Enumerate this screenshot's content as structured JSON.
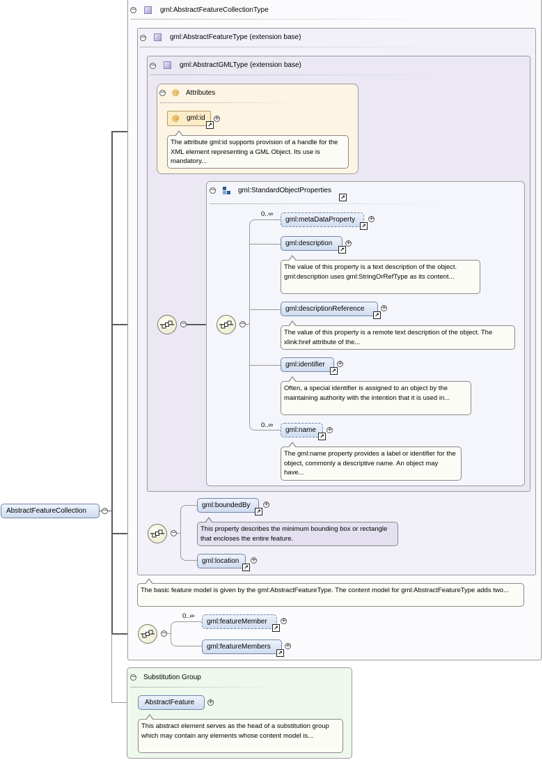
{
  "root": {
    "label": "AbstractFeatureCollection"
  },
  "outer_type": {
    "title": "gml:AbstractFeatureCollectionType"
  },
  "feature_type": {
    "title": "gml:AbstractFeatureType (extension base)"
  },
  "gml_type": {
    "title": "gml:AbstractGMLType (extension base)"
  },
  "attributes": {
    "title": "Attributes",
    "id_label": "gml:id",
    "id_doc": "The attribute gml:id supports provision of a handle for the XML element representing a GML Object. Its use is mandatory..."
  },
  "group": {
    "title": "gml:StandardObjectProperties",
    "items": [
      {
        "label": "gml:metaDataProperty",
        "multiplicity": "0..∞",
        "doc": ""
      },
      {
        "label": "gml:description",
        "multiplicity": "",
        "doc": "The value of this property is a text description of the object. gml:description uses gml:StringOrRefType as its content..."
      },
      {
        "label": "gml:descriptionReference",
        "multiplicity": "",
        "doc": "The value of this property is a remote text description of the object. The xlink:href attribute of the..."
      },
      {
        "label": "gml:identifier",
        "multiplicity": "",
        "doc": "Often, a special identifier is assigned to an object by the maintaining authority with the intention that it is used in..."
      },
      {
        "label": "gml:name",
        "multiplicity": "0..∞",
        "doc": "The gml:name property provides a label or identifier for the object, commonly a descriptive name. An object may have..."
      }
    ]
  },
  "feature_props": {
    "bounded_by": {
      "label": "gml:boundedBy",
      "doc": "This property describes the minimum bounding box or rectangle that encloses the entire feature."
    },
    "location": {
      "label": "gml:location"
    }
  },
  "feature_type_doc": "The basic feature model is given by the gml:AbstractFeatureType. The content model for gml:AbstractFeatureType adds two...",
  "members": {
    "multiplicity": "0..∞",
    "feature_member": "gml:featureMember",
    "feature_members": "gml:featureMembers"
  },
  "substitution": {
    "title": "Substitution Group",
    "element": "AbstractFeature",
    "doc": "This abstract element serves as the head of a substitution group which may contain any elements whose content model is..."
  },
  "icons": {
    "collapse": "minus-circle-icon",
    "expand": "plus-circle-icon",
    "reference": "reference-arrow-icon",
    "type": "complex-type-icon",
    "sequence": "sequence-icon",
    "attribute": "attribute-at-icon",
    "group": "model-group-icon"
  },
  "colors": {
    "element_fill": "#dce6f5",
    "element_border": "#6f84a7",
    "type_panel": "#f2f0f8",
    "attributes_panel": "#fdf4e4",
    "substitution_panel": "#eef8ec",
    "group_panel": "#f4f6fb"
  }
}
